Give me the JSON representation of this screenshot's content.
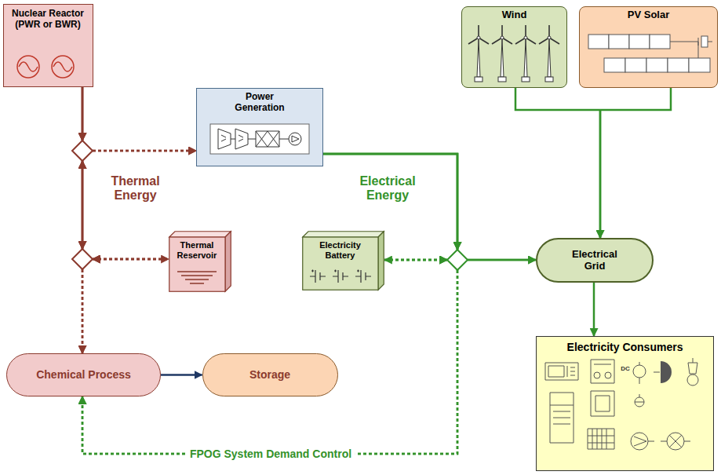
{
  "diagram": {
    "nodes": [
      {
        "text": [
          "Nuclear Reactor (PWR or BWR)"
        ]
      },
      {
        "text": [
          "Wind"
        ]
      },
      {
        "text": [
          "PV Solar"
        ]
      },
      {
        "text": [
          "Power Generation"
        ]
      },
      {
        "text": [
          "Thermal Reservoir"
        ]
      },
      {
        "text": [
          "Electricity Battery"
        ]
      },
      {
        "text": [
          "Electrical Grid"
        ]
      },
      {
        "text": [
          "Electricity Consumers"
        ]
      },
      {
        "text": [
          "Chemical Process"
        ]
      },
      {
        "text": [
          "Storage"
        ]
      }
    ],
    "edges": [
      {
        "from": 0,
        "to": 3,
        "arrow": "to"
      },
      {
        "from": 0,
        "to": 4,
        "arrow": "to"
      },
      {
        "from": 0,
        "to": 8,
        "arrow": "to"
      },
      {
        "from": 4,
        "to": 3,
        "arrow": "to"
      },
      {
        "from": 4,
        "to": 8,
        "arrow": "to"
      },
      {
        "from": 3,
        "to": 6,
        "arrow": "to"
      },
      {
        "from": 3,
        "to": 5,
        "arrow": "to"
      },
      {
        "from": 5,
        "to": 6,
        "arrow": "to"
      },
      {
        "from": 1,
        "to": 6,
        "arrow": "to"
      },
      {
        "from": 2,
        "to": 6,
        "arrow": "to"
      },
      {
        "from": 6,
        "to": 7,
        "arrow": "to"
      },
      {
        "from": 3,
        "to": 8,
        "label": "FPOG System Demand Control",
        "arrow": "to"
      },
      {
        "from": 5,
        "to": 8,
        "arrow": "to"
      },
      {
        "from": 8,
        "to": 9,
        "arrow": "to"
      }
    ],
    "labels": [
      "Thermal Energy",
      "Electrical Energy",
      "DC"
    ]
  }
}
